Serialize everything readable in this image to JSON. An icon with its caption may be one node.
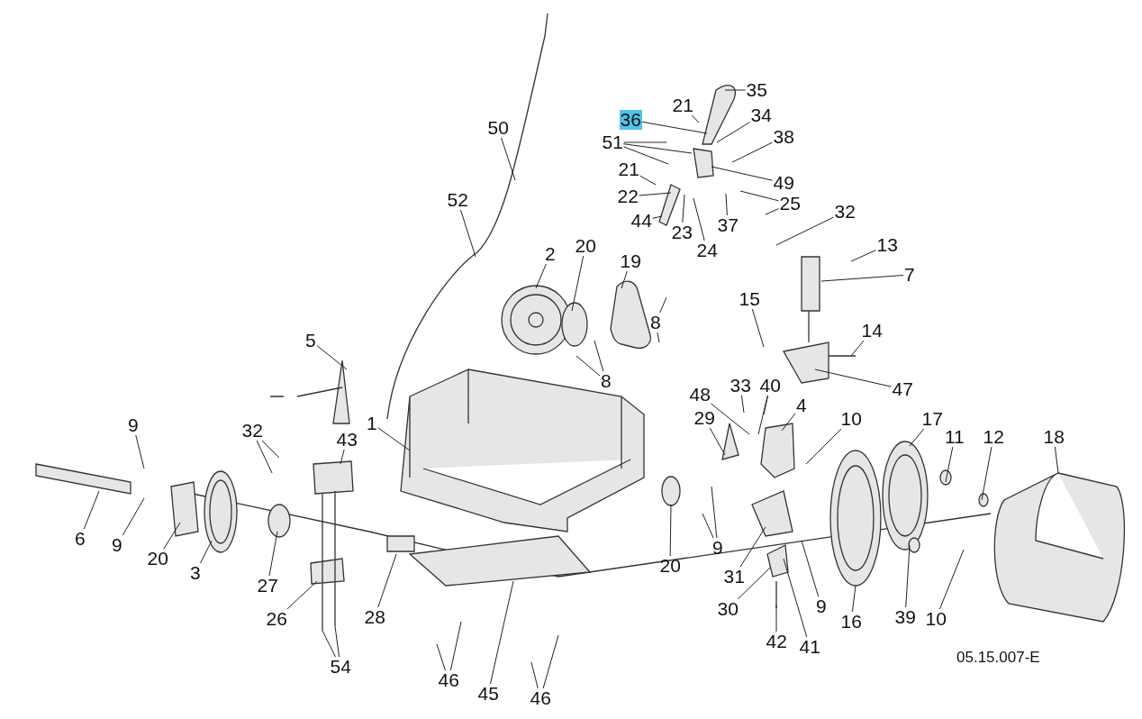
{
  "diagram": {
    "nodes": [
      {
        "text": [
          "35"
        ]
      },
      {
        "text": [
          "21"
        ]
      },
      {
        "text": [
          "36"
        ]
      },
      {
        "text": [
          "34"
        ]
      },
      {
        "text": [
          "51"
        ]
      },
      {
        "text": [
          "38"
        ]
      },
      {
        "text": [
          "21"
        ]
      },
      {
        "text": [
          "49"
        ]
      },
      {
        "text": [
          "22"
        ]
      },
      {
        "text": [
          "25"
        ]
      },
      {
        "text": [
          "44"
        ]
      },
      {
        "text": [
          "37"
        ]
      },
      {
        "text": [
          "23"
        ]
      },
      {
        "text": [
          "24"
        ]
      },
      {
        "text": [
          "50"
        ]
      },
      {
        "text": [
          "52"
        ]
      },
      {
        "text": [
          "32"
        ]
      },
      {
        "text": [
          "13"
        ]
      },
      {
        "text": [
          "7"
        ]
      },
      {
        "text": [
          "2"
        ]
      },
      {
        "text": [
          "20"
        ]
      },
      {
        "text": [
          "19"
        ]
      },
      {
        "text": [
          "8"
        ]
      },
      {
        "text": [
          "15"
        ]
      },
      {
        "text": [
          "14"
        ]
      },
      {
        "text": [
          "5"
        ]
      },
      {
        "text": [
          "8"
        ]
      },
      {
        "text": [
          "47"
        ]
      },
      {
        "text": [
          "48"
        ]
      },
      {
        "text": [
          "33"
        ]
      },
      {
        "text": [
          "40"
        ]
      },
      {
        "text": [
          "29"
        ]
      },
      {
        "text": [
          "4"
        ]
      },
      {
        "text": [
          "1"
        ]
      },
      {
        "text": [
          "10"
        ]
      },
      {
        "text": [
          "17"
        ]
      },
      {
        "text": [
          "11"
        ]
      },
      {
        "text": [
          "12"
        ]
      },
      {
        "text": [
          "18"
        ]
      },
      {
        "text": [
          "9"
        ]
      },
      {
        "text": [
          "32"
        ]
      },
      {
        "text": [
          "43"
        ]
      },
      {
        "text": [
          "6"
        ]
      },
      {
        "text": [
          "9"
        ]
      },
      {
        "text": [
          "20"
        ]
      },
      {
        "text": [
          "3"
        ]
      },
      {
        "text": [
          "27"
        ]
      },
      {
        "text": [
          "26"
        ]
      },
      {
        "text": [
          "28"
        ]
      },
      {
        "text": [
          "54"
        ]
      },
      {
        "text": [
          "46"
        ]
      },
      {
        "text": [
          "45"
        ]
      },
      {
        "text": [
          "46"
        ]
      },
      {
        "text": [
          "20"
        ]
      },
      {
        "text": [
          "9"
        ]
      },
      {
        "text": [
          "31"
        ]
      },
      {
        "text": [
          "30"
        ]
      },
      {
        "text": [
          "9"
        ]
      },
      {
        "text": [
          "41"
        ]
      },
      {
        "text": [
          "42"
        ]
      },
      {
        "text": [
          "16"
        ]
      },
      {
        "text": [
          "39"
        ]
      },
      {
        "text": [
          "10"
        ]
      }
    ],
    "edges": [
      {
        "from": 0,
        "to": null,
        "arrow": "none"
      },
      {
        "from": 1,
        "to": null,
        "arrow": "none"
      },
      {
        "from": 2,
        "to": null,
        "arrow": "none"
      },
      {
        "from": 3,
        "to": null,
        "arrow": "none"
      },
      {
        "from": 4,
        "to": null,
        "arrow": "none"
      },
      {
        "from": 4,
        "to": null,
        "arrow": "none"
      },
      {
        "from": 4,
        "to": null,
        "arrow": "none"
      },
      {
        "from": 5,
        "to": null,
        "arrow": "none"
      },
      {
        "from": 6,
        "to": null,
        "arrow": "none"
      },
      {
        "from": 7,
        "to": null,
        "arrow": "none"
      },
      {
        "from": 8,
        "to": null,
        "arrow": "none"
      },
      {
        "from": 9,
        "to": null,
        "arrow": "none"
      },
      {
        "from": 9,
        "to": null,
        "arrow": "none"
      },
      {
        "from": 10,
        "to": null,
        "arrow": "none"
      },
      {
        "from": 11,
        "to": null,
        "arrow": "none"
      },
      {
        "from": 12,
        "to": null,
        "arrow": "none"
      },
      {
        "from": 13,
        "to": null,
        "arrow": "none"
      },
      {
        "from": 14,
        "to": null,
        "arrow": "none"
      },
      {
        "from": 15,
        "to": null,
        "arrow": "none"
      },
      {
        "from": 16,
        "to": null,
        "arrow": "none"
      },
      {
        "from": 17,
        "to": null,
        "arrow": "none"
      },
      {
        "from": 18,
        "to": null,
        "arrow": "none"
      },
      {
        "from": 19,
        "to": null,
        "arrow": "none"
      },
      {
        "from": 20,
        "to": null,
        "arrow": "none"
      },
      {
        "from": 21,
        "to": null,
        "arrow": "none"
      },
      {
        "from": 22,
        "to": null,
        "arrow": "none"
      },
      {
        "from": 22,
        "to": null,
        "arrow": "none"
      },
      {
        "from": 23,
        "to": null,
        "arrow": "none"
      },
      {
        "from": 24,
        "to": null,
        "arrow": "none"
      },
      {
        "from": 25,
        "to": null,
        "arrow": "none"
      },
      {
        "from": 26,
        "to": null,
        "arrow": "none"
      },
      {
        "from": 26,
        "to": null,
        "arrow": "none"
      },
      {
        "from": 27,
        "to": null,
        "arrow": "none"
      },
      {
        "from": 28,
        "to": null,
        "arrow": "none"
      },
      {
        "from": 29,
        "to": null,
        "arrow": "none"
      },
      {
        "from": 30,
        "to": null,
        "arrow": "none"
      },
      {
        "from": 30,
        "to": null,
        "arrow": "none"
      },
      {
        "from": 31,
        "to": null,
        "arrow": "none"
      },
      {
        "from": 32,
        "to": null,
        "arrow": "none"
      },
      {
        "from": 33,
        "to": null,
        "arrow": "none"
      },
      {
        "from": 34,
        "to": null,
        "arrow": "none"
      },
      {
        "from": 35,
        "to": null,
        "arrow": "none"
      },
      {
        "from": 36,
        "to": null,
        "arrow": "none"
      },
      {
        "from": 37,
        "to": null,
        "arrow": "none"
      },
      {
        "from": 38,
        "to": null,
        "arrow": "none"
      },
      {
        "from": 39,
        "to": null,
        "arrow": "none"
      },
      {
        "from": 40,
        "to": null,
        "arrow": "none"
      },
      {
        "from": 40,
        "to": null,
        "arrow": "none"
      },
      {
        "from": 41,
        "to": null,
        "arrow": "none"
      },
      {
        "from": 42,
        "to": null,
        "arrow": "none"
      },
      {
        "from": 43,
        "to": null,
        "arrow": "none"
      },
      {
        "from": 44,
        "to": null,
        "arrow": "none"
      },
      {
        "from": 45,
        "to": null,
        "arrow": "none"
      },
      {
        "from": 46,
        "to": null,
        "arrow": "none"
      },
      {
        "from": 47,
        "to": null,
        "arrow": "none"
      },
      {
        "from": 48,
        "to": null,
        "arrow": "none"
      },
      {
        "from": 49,
        "to": null,
        "arrow": "none"
      },
      {
        "from": 49,
        "to": null,
        "arrow": "none"
      },
      {
        "from": 50,
        "to": null,
        "arrow": "none"
      },
      {
        "from": 50,
        "to": null,
        "arrow": "none"
      },
      {
        "from": 51,
        "to": null,
        "arrow": "none"
      },
      {
        "from": 52,
        "to": null,
        "arrow": "none"
      },
      {
        "from": 52,
        "to": null,
        "arrow": "none"
      },
      {
        "from": 53,
        "to": null,
        "arrow": "none"
      },
      {
        "from": 54,
        "to": null,
        "arrow": "none"
      },
      {
        "from": 54,
        "to": null,
        "arrow": "none"
      },
      {
        "from": 55,
        "to": null,
        "arrow": "none"
      },
      {
        "from": 56,
        "to": null,
        "arrow": "none"
      },
      {
        "from": 57,
        "to": null,
        "arrow": "none"
      },
      {
        "from": 58,
        "to": null,
        "arrow": "none"
      },
      {
        "from": 59,
        "to": null,
        "arrow": "none"
      },
      {
        "from": 60,
        "to": null,
        "arrow": "none"
      },
      {
        "from": 61,
        "to": null,
        "arrow": "none"
      },
      {
        "from": 62,
        "to": null,
        "arrow": "none"
      }
    ],
    "labels": [
      "05.15.007-E"
    ]
  }
}
